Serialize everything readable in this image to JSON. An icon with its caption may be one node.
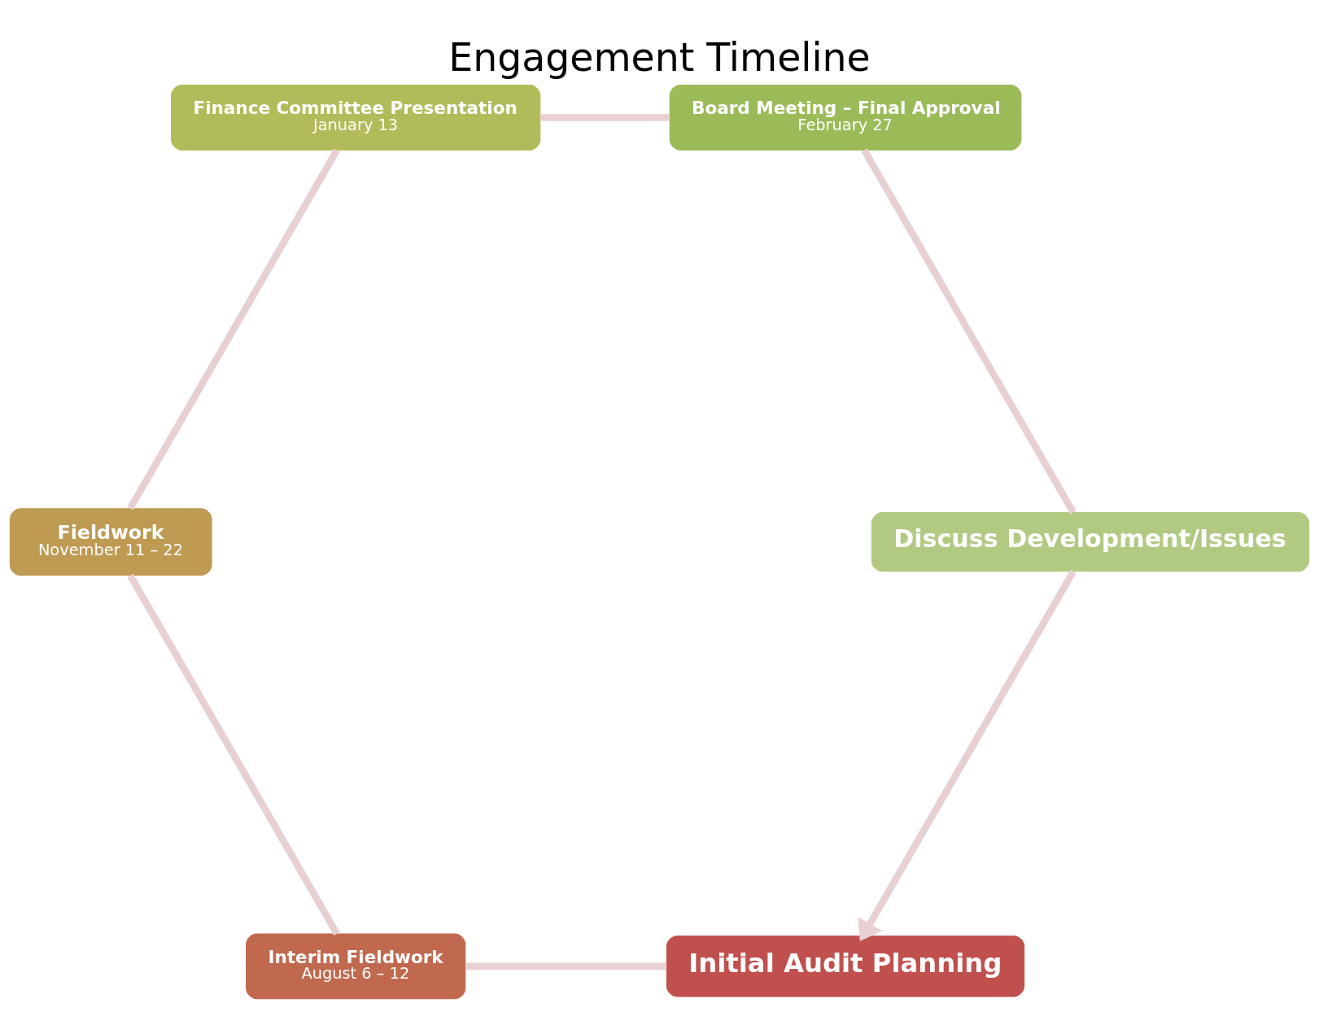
{
  "diagram": {
    "title": "Engagement Timeline",
    "nodes": [
      {
        "text": [
          "Initial Audit Planning"
        ]
      },
      {
        "text": [
          "Interim Fieldwork",
          "August 6 – 12"
        ]
      },
      {
        "text": [
          "Fieldwork",
          "November 11 – 22"
        ]
      },
      {
        "text": [
          "Finance Committee Presentation",
          "January 13"
        ]
      },
      {
        "text": [
          "Board Meeting – Final Approval",
          "February 27"
        ]
      },
      {
        "text": [
          "Discuss Development/Issues"
        ]
      }
    ],
    "edges": [
      {
        "from": 0,
        "to": 1,
        "arrow": "none"
      },
      {
        "from": 1,
        "to": 2,
        "arrow": "none"
      },
      {
        "from": 2,
        "to": 3,
        "arrow": "none"
      },
      {
        "from": 3,
        "to": 4,
        "arrow": "none"
      },
      {
        "from": 4,
        "to": 5,
        "arrow": "none"
      },
      {
        "from": 5,
        "to": 0,
        "arrow": "to"
      }
    ]
  }
}
